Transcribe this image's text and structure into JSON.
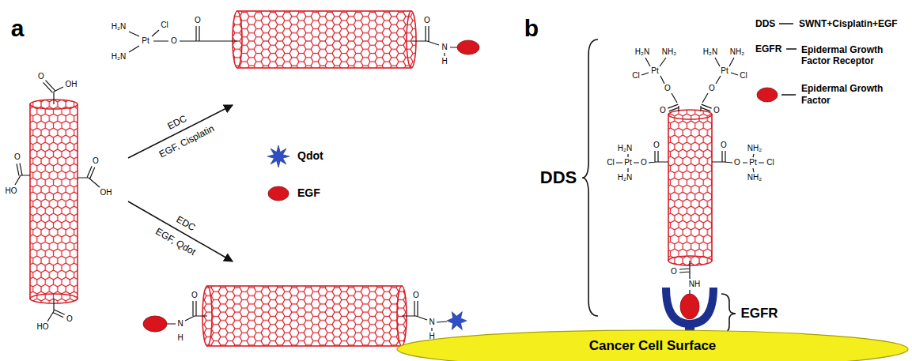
{
  "diagram": {
    "nodes": [
      {
        "text": [
          "Cancer Cell Surface"
        ]
      }
    ],
    "labels": [
      "a",
      "O",
      "OH",
      "O",
      "HO",
      "O",
      "OH",
      "O",
      "HO",
      "EDC",
      "EGF, Cisplatin",
      "EDC",
      "EGF, Qdot",
      "H₂N",
      "Cl",
      "Pt",
      "O",
      "H₂N",
      "O",
      "O",
      "N",
      "H",
      "N",
      "H",
      "O",
      "O",
      "N",
      "H",
      "b",
      "DDS",
      "DDS",
      "SWNT+Cisplatin+EGF",
      "EGFR",
      "Epidermal Growth Factor Receptor",
      "H₂N",
      "NH₂",
      "Cl",
      "Pt",
      "O",
      "O",
      "H₂N",
      "NH₂",
      "Pt",
      "Cl",
      "O",
      "O",
      "H₂N",
      "Cl",
      "Pt",
      "O",
      "O",
      "H₂N",
      "O",
      "O",
      "Pt",
      "Cl",
      "NH₂",
      "NH₂",
      "O",
      "NH",
      "EGFR"
    ],
    "legend": [
      {
        "text": "Qdot"
      },
      {
        "text": "EGF"
      },
      {
        "text": "Epidermal Growth Factor"
      }
    ]
  }
}
